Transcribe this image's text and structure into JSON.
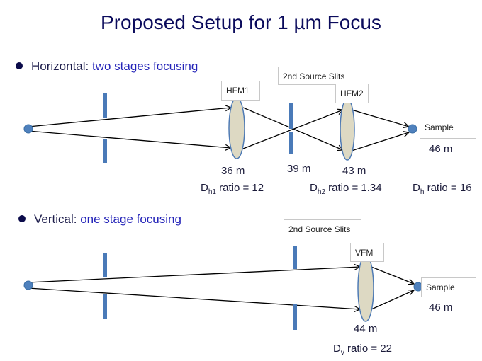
{
  "title": "Proposed Setup for 1 µm Focus",
  "horizontal": {
    "bullet_label": "Horizontal:",
    "bullet_highlight": "two stages focusing",
    "labels": {
      "hfm1": "HFM1",
      "slits": "2nd Source Slits",
      "hfm2": "HFM2",
      "sample": "Sample"
    },
    "distances": {
      "hfm1": "36 m",
      "slits": "39 m",
      "hfm2": "43 m",
      "sample": "46 m"
    },
    "ratios": [
      {
        "d": "D",
        "sub": "h1",
        "text": " ratio = 12"
      },
      {
        "d": "D",
        "sub": "h2",
        "text": " ratio = 1.34"
      },
      {
        "d": "D",
        "sub": "h",
        "text": " ratio = 16"
      }
    ]
  },
  "vertical": {
    "bullet_label": "Vertical:",
    "bullet_highlight": "one stage focusing",
    "labels": {
      "slits": "2nd Source Slits",
      "vfm": "VFM",
      "sample": "Sample"
    },
    "distances": {
      "vfm": "44 m",
      "sample": "46 m"
    },
    "ratio": {
      "d": "D",
      "sub": "v",
      "text": " ratio = 22"
    }
  },
  "colors": {
    "title": "#0b0b5c",
    "highlight": "#2323b8",
    "slit": "#4a7ab8",
    "mirror_fill": "#ddd9c3",
    "mirror_stroke": "#4f7bb5"
  }
}
